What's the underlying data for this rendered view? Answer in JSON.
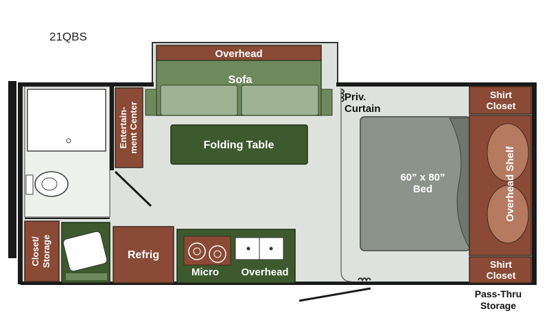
{
  "model": "21QBS",
  "labels": {
    "overhead_top": "Overhead",
    "sofa": "Sofa",
    "entertainment_line1": "Entertain-",
    "entertainment_line2": "ment Center",
    "folding_table": "Folding Table",
    "priv_line1": "Priv.",
    "priv_line2": "Curtain",
    "shirt_closet_top_line1": "Shirt",
    "shirt_closet_top_line2": "Closet",
    "bed_line1": "60” x 80”",
    "bed_line2": "Bed",
    "overhead_shelf": "Overhead Shelf",
    "closet_storage_line1": "Closet/",
    "closet_storage_line2": "Storage",
    "refrig": "Refrig",
    "micro": "Micro",
    "overhead_bottom": "Overhead",
    "shirt_closet_bottom_line1": "Shirt",
    "shirt_closet_bottom_line2": "Closet",
    "pass_thru_line1": "Pass-Thru",
    "pass_thru_line2": "Storage"
  },
  "colors": {
    "floor": "#dde3dc",
    "walls": "#1a1a1a",
    "green_dark": "#3d5a2e",
    "green_mid": "#6e8a5c",
    "green_light": "#9fb394",
    "brown": "#8a4a35",
    "brown_light": "#b57a60",
    "bed_gray": "#8b938a",
    "bath_white": "#ffffff"
  }
}
